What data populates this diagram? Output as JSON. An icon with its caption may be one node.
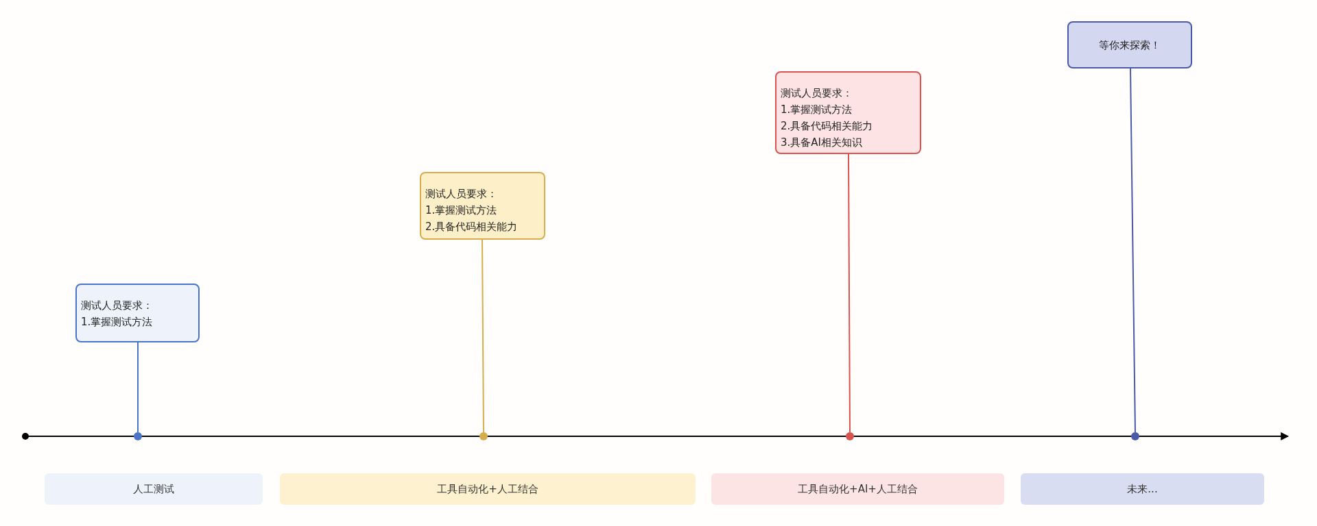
{
  "diagram": {
    "nodes": [
      {
        "text": [
          "测试人员要求：",
          "1.掌握测试方法"
        ]
      },
      {
        "text": [
          "测试人员要求：",
          "1.掌握测试方法",
          "2.具备代码相关能力"
        ]
      },
      {
        "text": [
          "测试人员要求：",
          "1.掌握测试方法",
          "2.具备代码相关能力",
          "3.具备AI相关知识"
        ]
      },
      {
        "text": [
          "等你来探索！"
        ]
      },
      {
        "text": [],
        "shape": "circle"
      },
      {
        "text": [],
        "shape": "circle"
      },
      {
        "text": [],
        "shape": "circle"
      },
      {
        "text": [],
        "shape": "circle"
      },
      {
        "text": [
          "人工测试"
        ]
      },
      {
        "text": [
          "工具自动化+人工结合"
        ]
      },
      {
        "text": [
          "工具自动化+AI+人工结合"
        ]
      },
      {
        "text": [
          "未来..."
        ]
      }
    ],
    "edges": [
      {
        "from": 0,
        "to": 4,
        "arrow": "none",
        "color": "#4a74c9"
      },
      {
        "from": 1,
        "to": 5,
        "arrow": "none",
        "color": "#d6ac4c"
      },
      {
        "from": 2,
        "to": 6,
        "arrow": "none",
        "color": "#d9534f"
      },
      {
        "from": 3,
        "to": 7,
        "arrow": "none",
        "color": "#4b5aa8"
      }
    ]
  }
}
